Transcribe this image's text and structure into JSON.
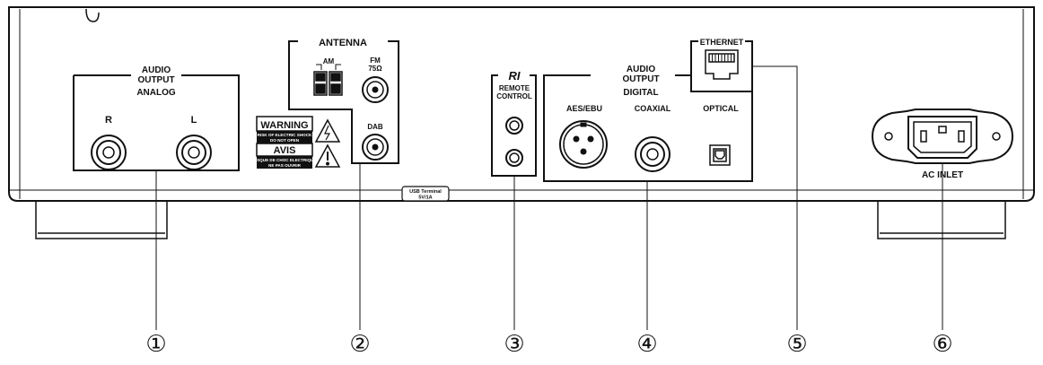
{
  "panel": {
    "audio_output_analog": {
      "title1": "AUDIO",
      "title2": "OUTPUT",
      "sub": "ANALOG",
      "left_ch": "R",
      "right_ch": "L"
    },
    "antenna": {
      "title": "ANTENNA",
      "am": "AM",
      "fm1": "FM",
      "fm2": "75Ω",
      "dab": "DAB"
    },
    "warning": {
      "title": "WARNING",
      "line1": "RISK OF ELECTRIC SHOCK",
      "line2": "DO NOT OPEN",
      "avis": "AVIS",
      "line3": "RISQUE DE CHOC ELECTRIQUE",
      "line4": "NE PAS OUVRIR"
    },
    "usb": {
      "line1": "USB Terminal",
      "line2": "5V/1A"
    },
    "remote": {
      "logo": "RI",
      "line1": "REMOTE",
      "line2": "CONTROL"
    },
    "audio_output_digital": {
      "title1": "AUDIO",
      "title2": "OUTPUT",
      "sub": "DIGITAL",
      "aes": "AES/EBU",
      "coaxial": "COAXIAL",
      "optical": "OPTICAL"
    },
    "ethernet": {
      "title": "ETHERNET"
    },
    "ac_inlet": {
      "label": "AC INLET"
    }
  },
  "callouts": [
    "①",
    "②",
    "③",
    "④",
    "⑤",
    "⑥"
  ],
  "colors": {
    "line": "#111111",
    "foot": "#222222"
  }
}
